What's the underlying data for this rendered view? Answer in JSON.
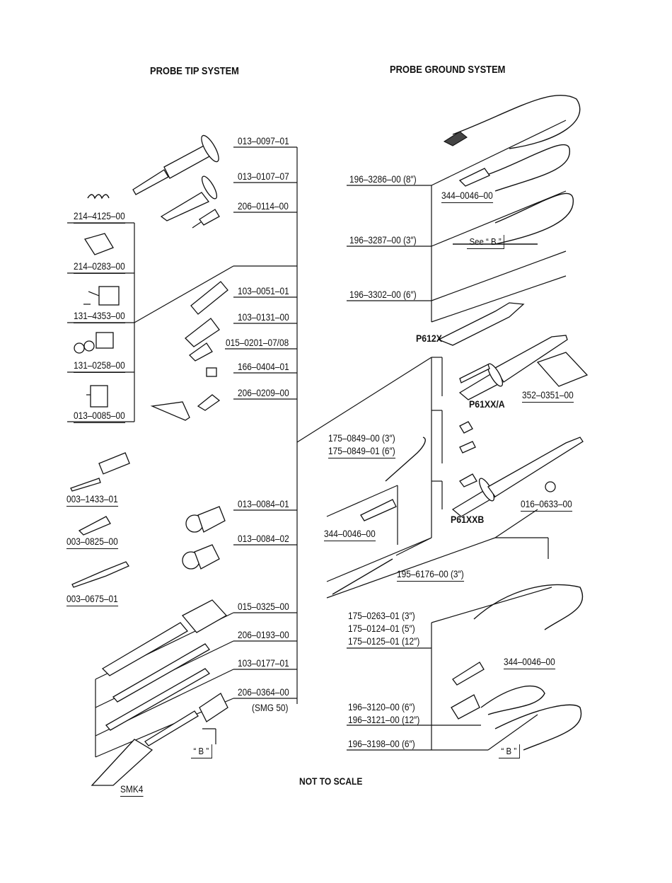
{
  "headings": {
    "tip_system": "PROBE TIP SYSTEM",
    "ground_system": "PROBE GROUND SYSTEM",
    "not_to_scale": "NOT TO SCALE"
  },
  "models": {
    "p612x": "P612X",
    "p61xx_a": "P61XX/A",
    "p61xxb": "P61XXB"
  },
  "tip_left_parts": [
    "214–4125–00",
    "214–0283–00",
    "131–4353–00",
    "131–0258–00",
    "013–0085–00",
    "003–1433–01",
    "003–0825–00",
    "003–0675–01"
  ],
  "tip_right_parts": [
    "013–0097–01",
    "013–0107–07",
    "206–0114–00",
    "103–0051–01",
    "103–0131–00",
    "015–0201–07/08",
    "166–0404–01",
    "206–0209–00",
    "013–0084–01",
    "013–0084–02",
    "015–0325–00",
    "206–0193–00",
    "103–0177–01",
    "206–0364–00"
  ],
  "smg_note": "(SMG 50)",
  "smk4": "SMK4",
  "ground_parts": {
    "lead_8": "196–3286–00 (8″)",
    "lead_3": "196–3287–00 (3″)",
    "lead_6": "196–3302–00 (6″)",
    "clip_top": "344–0046–00",
    "see_b": "See “ B ”",
    "holder": "352–0351–00",
    "ch_3": "175–0849–00 (3″)",
    "ch_6": "175–0849–01 (6″)",
    "clip_mid": "344–0046–00",
    "ring": "016–0633–00",
    "lead_195": "195–6176–00 (3″)",
    "set_a": "175–0263–01 (3″)",
    "set_b": "175–0124–01 (5″)",
    "set_c": "175–0125–01 (12″)",
    "clip_low": "344–0046–00",
    "gl_6": "196–3120–00 (6″)",
    "gl_12": "196–3121–00 (12″)",
    "gl_198": "196–3198–00 (6″)"
  },
  "b_ref": "“ B ”"
}
